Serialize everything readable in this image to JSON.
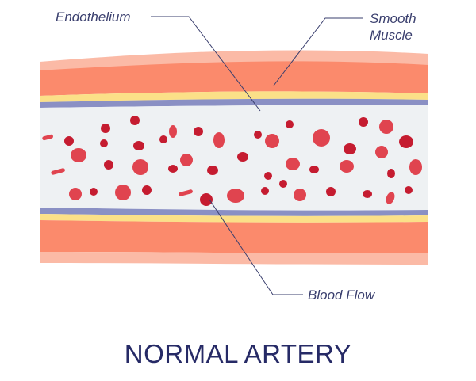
{
  "labels": {
    "endothelium": "Endothelium",
    "smooth_muscle_line1": "Smooth",
    "smooth_muscle_line2": "Muscle",
    "blood_flow": "Blood Flow"
  },
  "title": "NORMAL ARTERY",
  "colors": {
    "outer_layer": "#fbbaa6",
    "smooth_muscle": "#fb8a6c",
    "yellow_band": "#fbe088",
    "endothelium": "#8a90c4",
    "lumen": "#eef1f3",
    "blood_cell_dark": "#c51c30",
    "blood_cell_light": "#e0444f",
    "leader_line": "#3a3f6e",
    "title": "#262a66"
  }
}
